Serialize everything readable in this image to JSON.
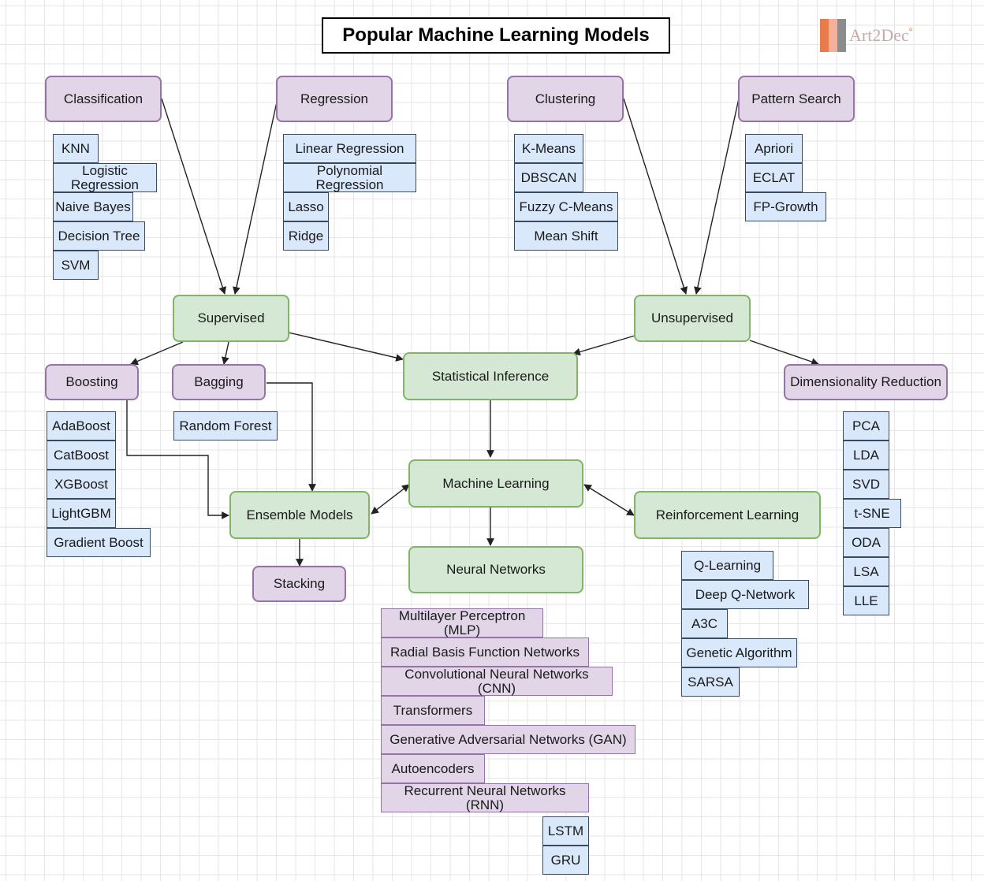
{
  "title": "Popular Machine Learning Models",
  "logo": {
    "text": "Art2Dec",
    "mark": "°"
  },
  "colors": {
    "category_fill": "#e1d5e7",
    "category_stroke": "#9673a6",
    "hub_fill": "#d5e8d4",
    "hub_stroke": "#82b366",
    "item_fill": "#dae8fc",
    "edge": "#222222"
  },
  "categories": {
    "classification": "Classification",
    "regression": "Regression",
    "clustering": "Clustering",
    "pattern_search": "Pattern Search",
    "boosting": "Boosting",
    "bagging": "Bagging",
    "dimensionality_reduction": "Dimensionality Reduction",
    "stacking": "Stacking"
  },
  "hubs": {
    "supervised": "Supervised",
    "unsupervised": "Unsupervised",
    "statistical_inference": "Statistical Inference",
    "machine_learning": "Machine Learning",
    "ensemble_models": "Ensemble Models",
    "reinforcement_learning": "Reinforcement Learning",
    "neural_networks": "Neural Networks"
  },
  "lists": {
    "classification": [
      "KNN",
      "Logistic Regression",
      "Naive Bayes",
      "Decision Tree",
      "SVM"
    ],
    "regression": [
      "Linear Regression",
      "Polynomial Regression",
      "Lasso",
      "Ridge"
    ],
    "clustering": [
      "K-Means",
      "DBSCAN",
      "Fuzzy C-Means",
      "Mean Shift"
    ],
    "pattern_search": [
      "Apriori",
      "ECLAT",
      "FP-Growth"
    ],
    "boosting": [
      "AdaBoost",
      "CatBoost",
      "XGBoost",
      "LightGBM",
      "Gradient Boost"
    ],
    "bagging": [
      "Random Forest"
    ],
    "dimensionality_reduction": [
      "PCA",
      "LDA",
      "SVD",
      "t-SNE",
      "ODA",
      "LSA",
      "LLE"
    ],
    "reinforcement": [
      "Q-Learning",
      "Deep Q-Network",
      "A3C",
      "Genetic Algorithm",
      "SARSA"
    ],
    "neural": [
      "Multilayer Perceptron (MLP)",
      "Radial Basis Function Networks",
      "Convolutional Neural Networks (CNN)",
      "Transformers",
      "Generative Adversarial Networks (GAN)",
      "Autoencoders",
      "Recurrent Neural Networks (RNN)"
    ],
    "rnn_variants": [
      "LSTM",
      "GRU"
    ]
  }
}
